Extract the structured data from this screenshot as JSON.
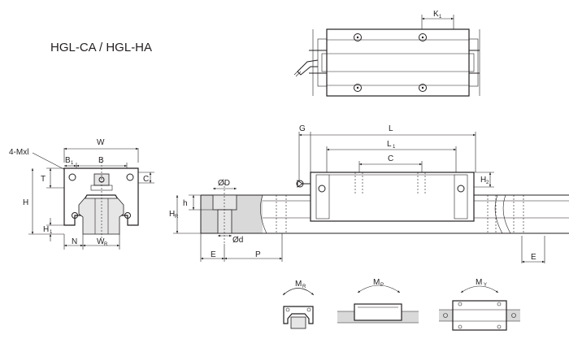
{
  "title": "HGL-CA / HGL-HA",
  "labels": {
    "k1": "K",
    "k1_sub": "1",
    "mxl": "4-Mxl",
    "w": "W",
    "b1": "B",
    "b1_sub": "1",
    "b": "B",
    "c_small": "C",
    "t": "T",
    "h": "H",
    "h1": "H",
    "h1_sub": "1",
    "n": "N",
    "wr": "W",
    "wr_sub": "R",
    "hr": "H",
    "hr_sub": "R",
    "h_small": "h",
    "od": "ØD",
    "od_small": "Ød",
    "e_left": "E",
    "p": "P",
    "g": "G",
    "l": "L",
    "l1": "L",
    "l1_sub": "1",
    "c": "C",
    "h2": "H",
    "h2_sub": "2",
    "e_right": "E",
    "mr": "M",
    "mr_sub": "R",
    "mp": "M",
    "mp_sub": "P",
    "my": "M",
    "my_sub": "Y"
  }
}
